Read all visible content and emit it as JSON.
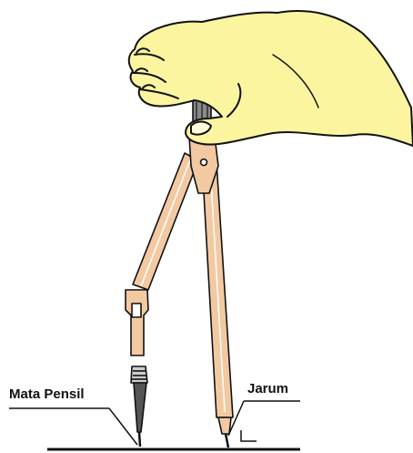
{
  "labels": {
    "pencil_tip": "Mata Pensil",
    "needle": "Jarum"
  },
  "colors": {
    "hand_fill": "#fbf5a0",
    "compass_arm": "#f3c9a2",
    "outline": "#111111"
  },
  "icons": {
    "hand": "hand-illustration",
    "compass": "drawing-compass-illustration"
  }
}
